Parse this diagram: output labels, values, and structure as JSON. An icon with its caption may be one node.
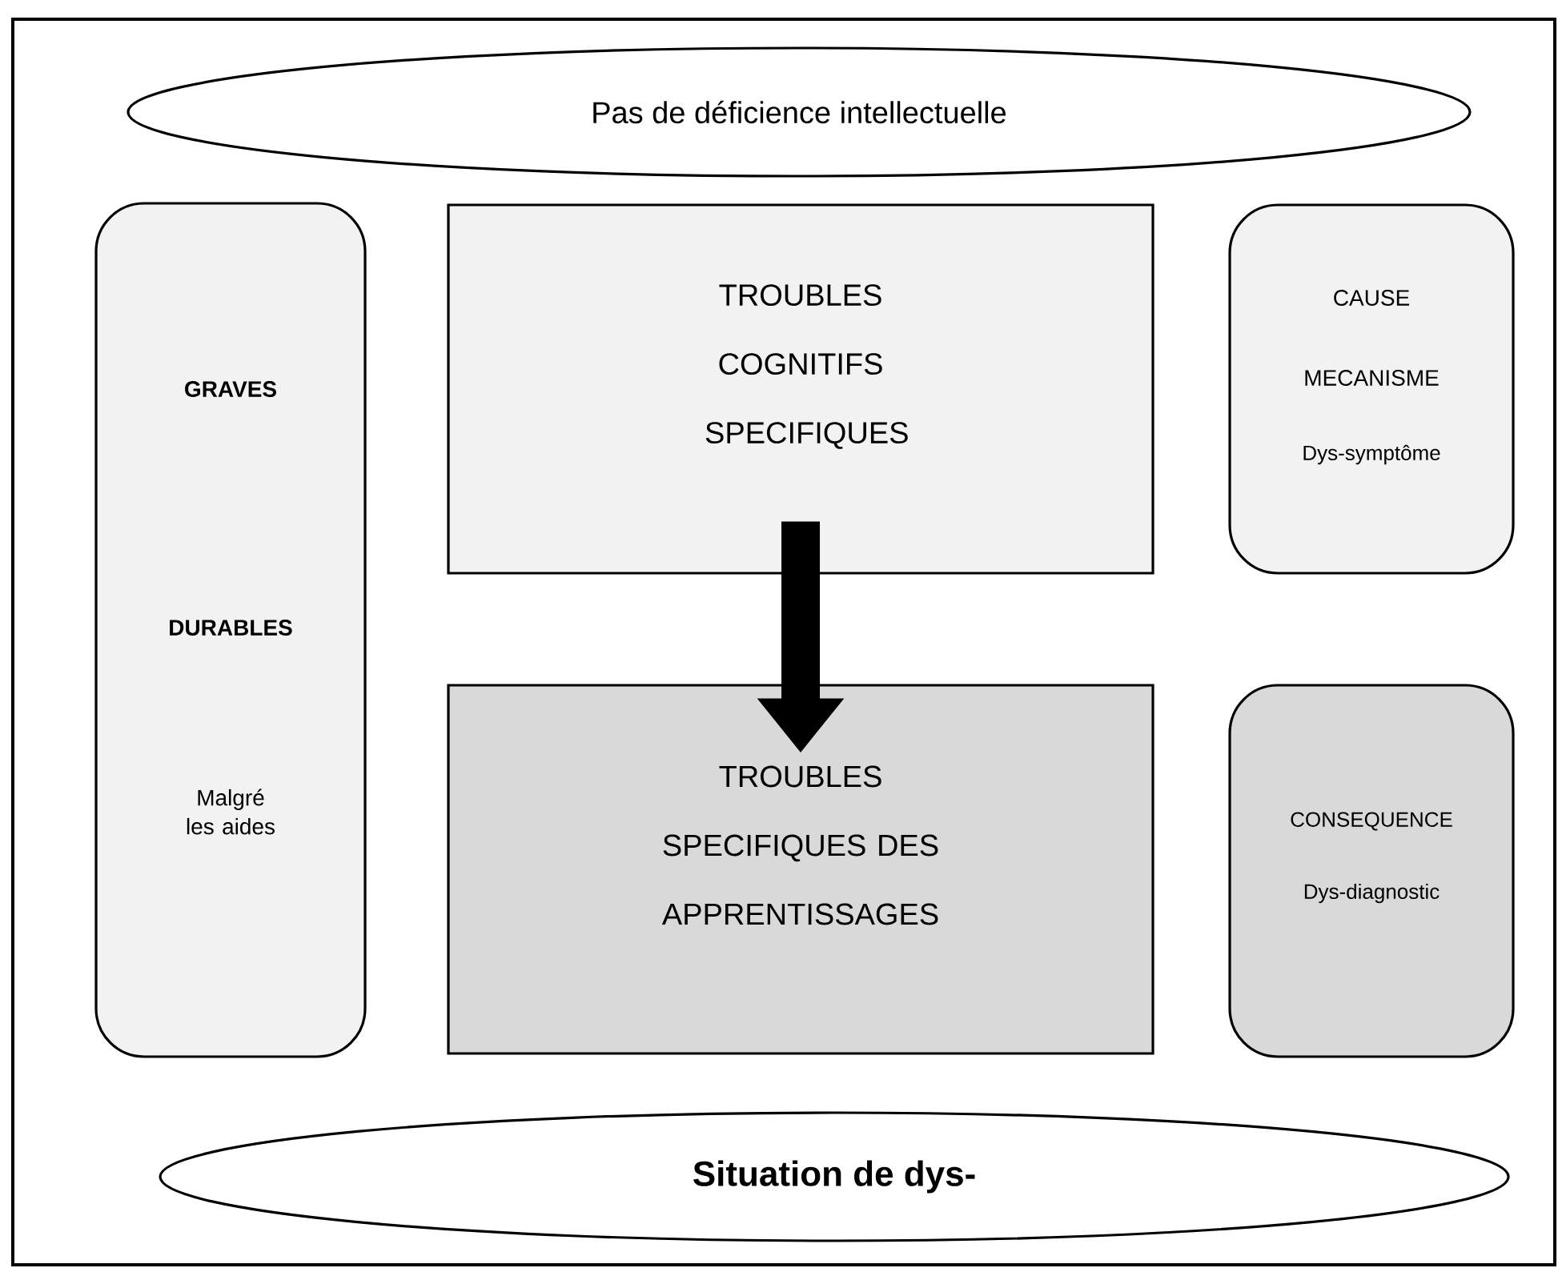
{
  "diagram": {
    "nodes": [
      {
        "text": [
          "Pas de déficience intellectuelle"
        ]
      },
      {
        "text": [
          "GRAVES",
          "DURABLES",
          "Malgré les aides"
        ]
      },
      {
        "text": [
          "TROUBLES COGNITIFS SPECIFIQUES"
        ]
      },
      {
        "text": [
          "CAUSE",
          "MECANISME",
          "Dys-symptôme"
        ]
      },
      {
        "text": [
          "TROUBLES SPECIFIQUES DES APPRENTISSAGES"
        ]
      },
      {
        "text": [
          "CONSEQUENCE",
          "Dys-diagnostic"
        ]
      },
      {
        "text": [
          "Situation de dys-"
        ]
      }
    ],
    "edges": [
      {
        "from": 2,
        "to": 4,
        "arrow": "to"
      }
    ]
  }
}
